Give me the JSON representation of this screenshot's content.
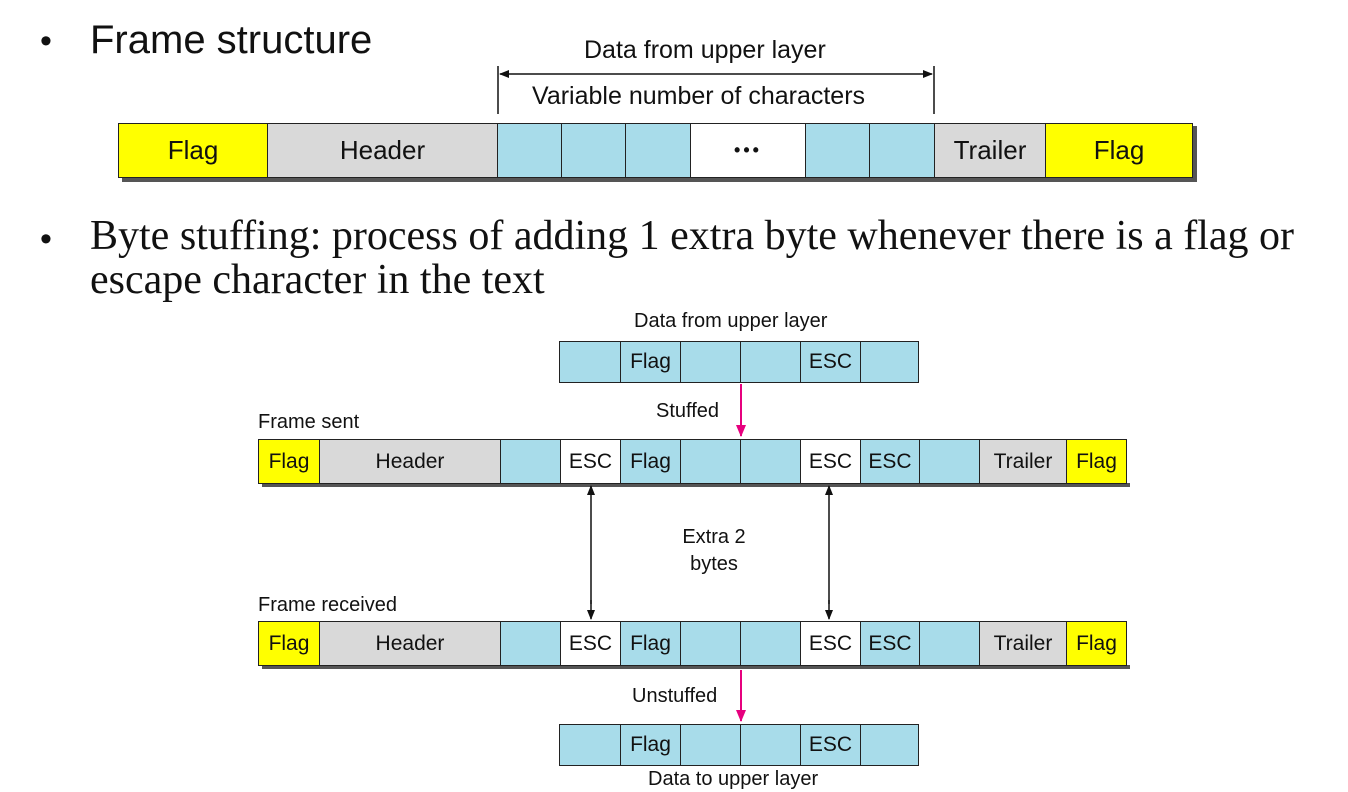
{
  "bullets": [
    {
      "text": "Frame structure"
    },
    {
      "text": "Byte stuffing: process of adding 1 extra byte whenever there is a flag or escape character in the text"
    }
  ],
  "bullet_symbol": "•",
  "top_diagram": {
    "span_label_1": "Data from upper layer",
    "span_label_2": "Variable number of characters",
    "cells": [
      "Flag",
      "Header",
      "",
      "",
      "",
      "•••",
      "",
      "",
      "Trailer",
      "Flag"
    ]
  },
  "stuffing_diagram": {
    "data_in_label": "Data from upper layer",
    "data_in_cells": [
      "",
      "Flag",
      "",
      "",
      "ESC",
      ""
    ],
    "stuffed_label": "Stuffed",
    "frame_sent_label": "Frame sent",
    "frame_sent_cells": [
      "Flag",
      "Header",
      "",
      "ESC",
      "Flag",
      "",
      "",
      "ESC",
      "ESC",
      "",
      "Trailer",
      "Flag"
    ],
    "extra_label": "Extra 2 bytes",
    "frame_received_label": "Frame received",
    "frame_received_cells": [
      "Flag",
      "Header",
      "",
      "ESC",
      "Flag",
      "",
      "",
      "ESC",
      "ESC",
      "",
      "Trailer",
      "Flag"
    ],
    "unstuffed_label": "Unstuffed",
    "data_out_cells": [
      "",
      "Flag",
      "",
      "",
      "ESC",
      ""
    ],
    "data_out_label": "Data to upper layer"
  },
  "colors": {
    "flag": "#ffff00",
    "header": "#d9d9d9",
    "data": "#a8dcea",
    "arrow_magenta": "#e6007e"
  }
}
